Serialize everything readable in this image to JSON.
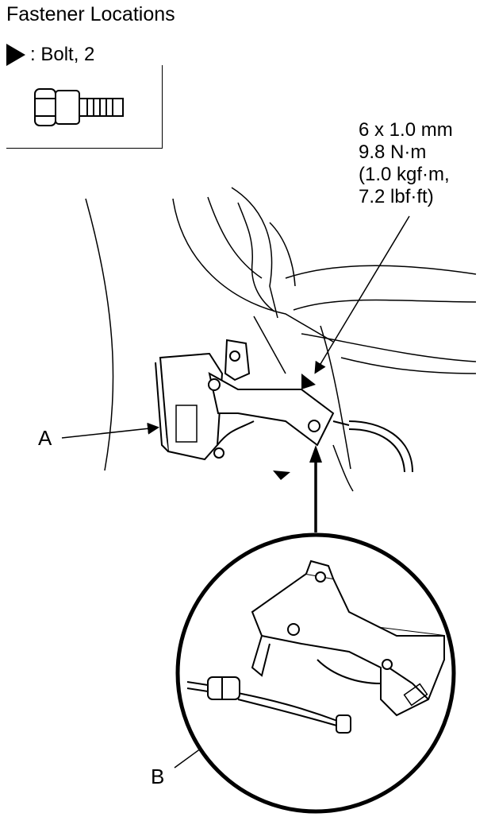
{
  "title": "Fastener Locations",
  "legend": {
    "symbol": "triangle-marker-icon",
    "label": ": Bolt, 2"
  },
  "spec": [
    "6 x 1.0 mm",
    "9.8 N·m",
    "(1.0 kgf·m,",
    "7.2 lbf·ft)"
  ],
  "callouts": {
    "a": "A",
    "b": "B"
  }
}
